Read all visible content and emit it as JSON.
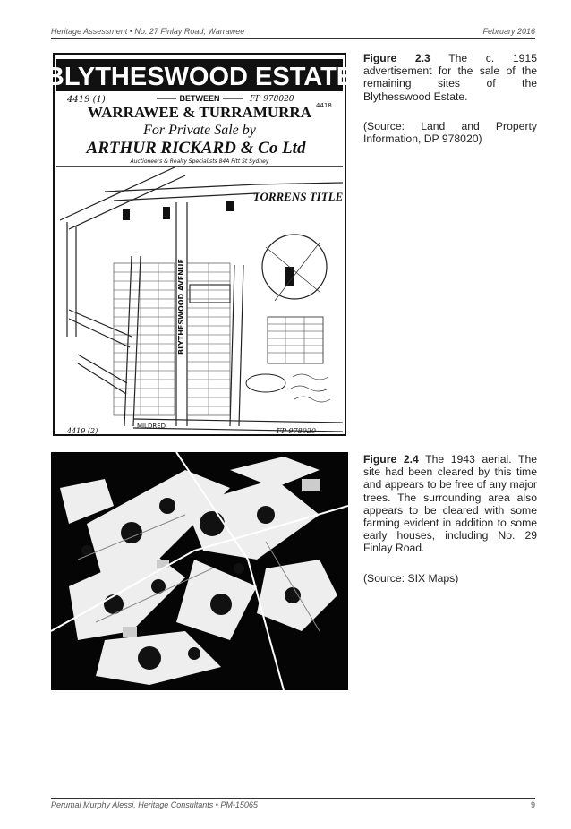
{
  "header": {
    "left": "Heritage Assessment • No. 27 Finlay Road, Warrawee",
    "right": "February 2016"
  },
  "figure_2_3": {
    "label": "Figure 2.3",
    "caption": "The c. 1915 advertisement for the sale of the remaining sites of the Blythesswood Estate.",
    "source": "(Source: Land and Property Information, DP 978020)",
    "poster": {
      "title": "BLYTHESWOOD ESTATE",
      "ref_left": "4419 (1)",
      "between": "BETWEEN",
      "ref_right": "FP 978020",
      "ref_num": "4418",
      "locations": "WARRAWEE & TURRAMURRA",
      "sale": "For Private Sale by",
      "agent": "ARTHUR RICKARD & Co Ltd",
      "agent_sub": "Auctioneers & Realty Specialists 84A Pitt St Sydney",
      "torrens": "TORRENS TITLE",
      "bottom_street": "MILDRED",
      "bottom_ref": "4419 (2)",
      "fp_bottom": "FP 978020",
      "avenue": "BLYTHESWOOD AVENUE"
    }
  },
  "figure_2_4": {
    "label": "Figure 2.4",
    "caption": "The 1943 aerial. The site had been cleared by this time and appears to be free of any major trees. The surrounding area also appears to be cleared with some farming evident in addition to some early houses, including No. 29 Finlay Road.",
    "source": "(Source: SIX Maps)"
  },
  "footer": {
    "left": "Perumal Murphy Alessi, Heritage Consultants • PM-15065",
    "page": "9"
  }
}
